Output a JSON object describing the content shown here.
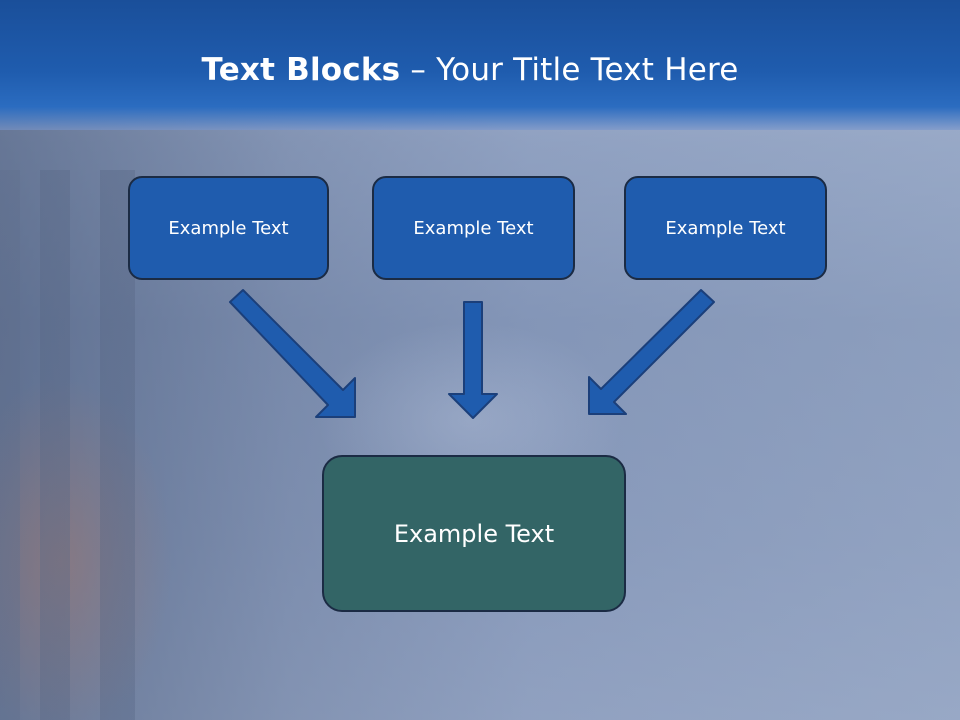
{
  "slide": {
    "title_bold": "Text Blocks",
    "title_dash": " – ",
    "title_rest": "Your Title Text Here",
    "blocks": [
      {
        "label": "Example Text"
      },
      {
        "label": "Example Text"
      },
      {
        "label": "Example Text"
      }
    ],
    "main_block": {
      "label": "Example Text"
    }
  },
  "colors": {
    "header": "#1f5cae",
    "box_fill": "#1f5cae",
    "main_box_fill": "#336566",
    "arrow_fill": "#1f5cae",
    "outline": "#1b2b44"
  },
  "icons": {
    "arrow_left": "arrow-down-right-icon",
    "arrow_center": "arrow-down-icon",
    "arrow_right": "arrow-down-left-icon"
  }
}
